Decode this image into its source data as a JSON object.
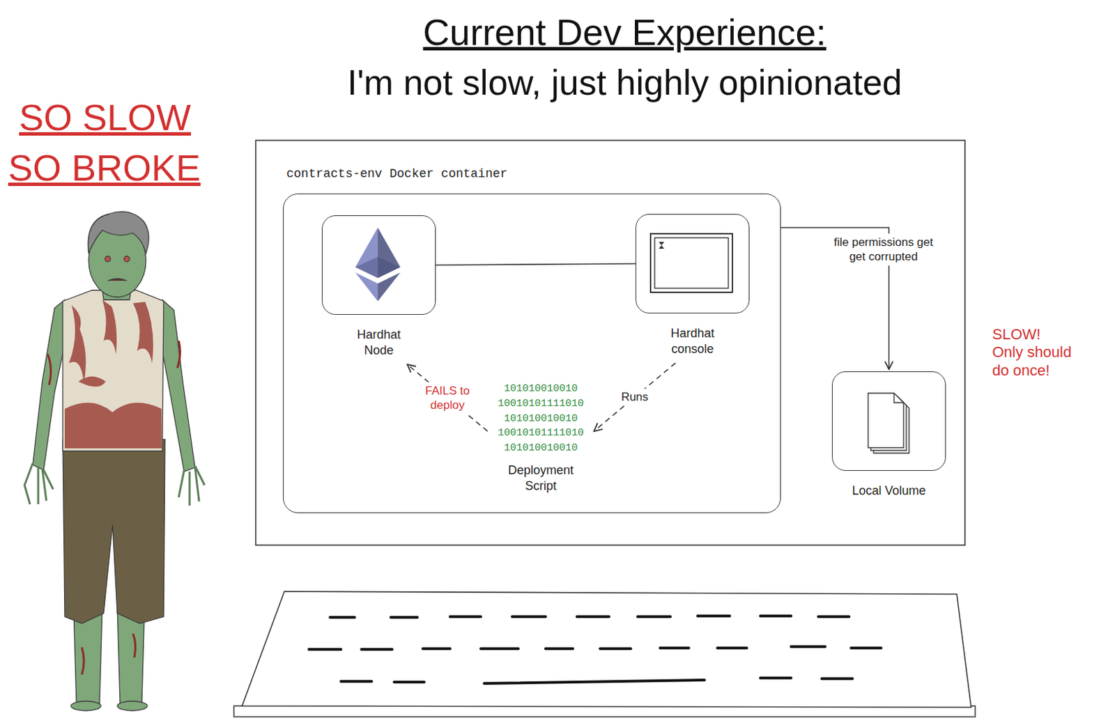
{
  "diagram": {
    "title": "Current Dev Experience:",
    "nodes": [
      {
        "text": [
          "contracts-env Docker container"
        ]
      },
      {
        "text": [
          "Hardhat Node"
        ],
        "in": 0
      },
      {
        "text": [
          "Hardhat console"
        ],
        "in": 0
      },
      {
        "text": [
          "101010010010 10010101111010 101010010010 10010101111010 101010010010",
          "Deployment Script"
        ],
        "in": 0
      },
      {
        "text": [
          "Local Volume"
        ]
      }
    ],
    "edges": [
      {
        "from": 1,
        "to": 2,
        "arrow": "none"
      },
      {
        "from": 2,
        "to": 3,
        "label": "Runs",
        "arrow": "to"
      },
      {
        "from": 3,
        "to": 1,
        "label": "FAILS to deploy",
        "arrow": "to"
      },
      {
        "from": 0,
        "to": 4,
        "label": "file permissions get get corrupted",
        "arrow": "to"
      }
    ],
    "labels": [
      "I'm not slow, just highly opinionated",
      "SO SLOW",
      "SO BROKE",
      "SLOW! Only should do once!"
    ]
  }
}
